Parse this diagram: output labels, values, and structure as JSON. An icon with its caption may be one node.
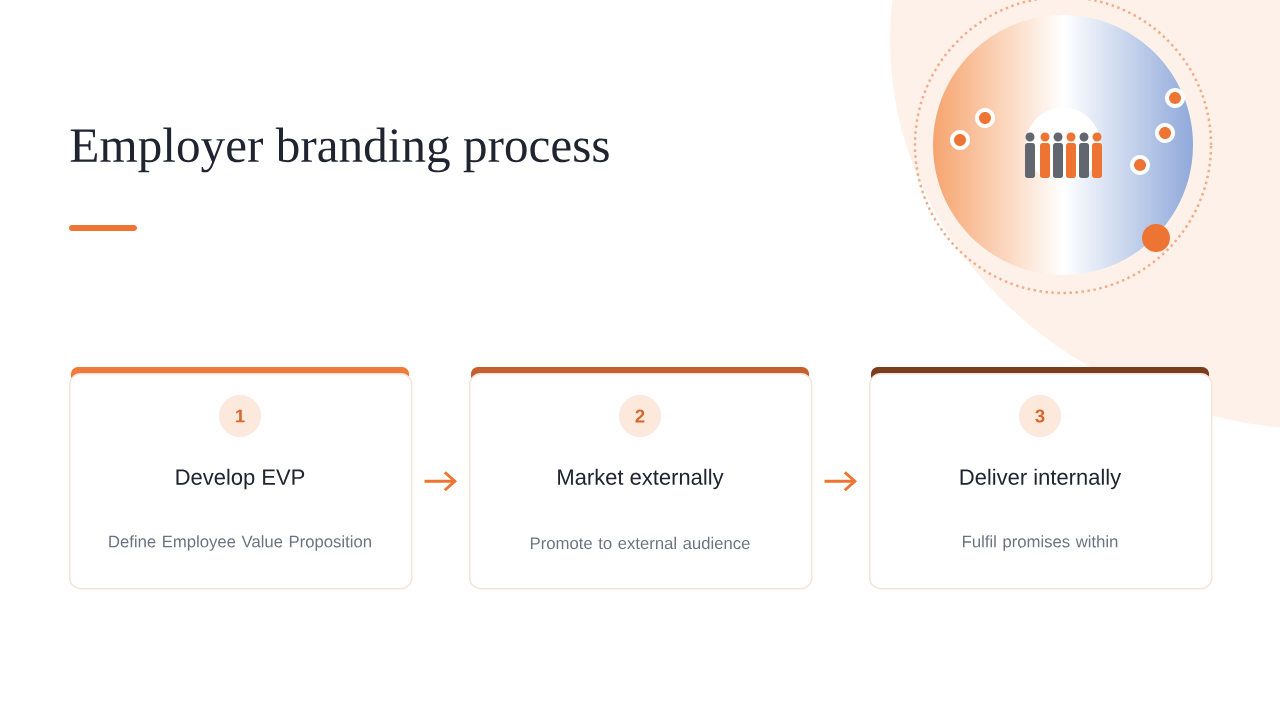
{
  "diagram": {
    "title": "Employer branding process",
    "nodes": [
      {
        "text": [
          "1",
          "Develop EVP",
          "Define Employee Value Proposition"
        ]
      },
      {
        "text": [
          "2",
          "Market externally",
          "Promote to external audience"
        ]
      },
      {
        "text": [
          "3",
          "Deliver internally",
          "Fulfil promises within"
        ]
      }
    ],
    "edges": [
      {
        "from": 0,
        "to": 1,
        "arrow": "to"
      },
      {
        "from": 1,
        "to": 2,
        "arrow": "to"
      }
    ]
  }
}
